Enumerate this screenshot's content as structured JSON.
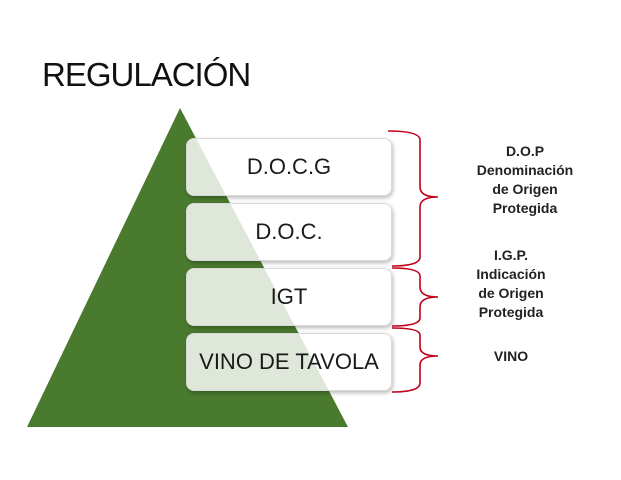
{
  "title": "REGULACIÓN",
  "pyramid": {
    "color": "#4a7a2e",
    "levels": [
      "D.O.C.G",
      "D.O.C.",
      "IGT",
      "VINO DE TAVOLA"
    ]
  },
  "bracket_color": "#c0001a",
  "categories": [
    "D.O.P\nDenominación\nde Origen\nProtegida",
    "I.G.P.\nIndicación\nde Origen\nProtegida",
    "VINO"
  ]
}
